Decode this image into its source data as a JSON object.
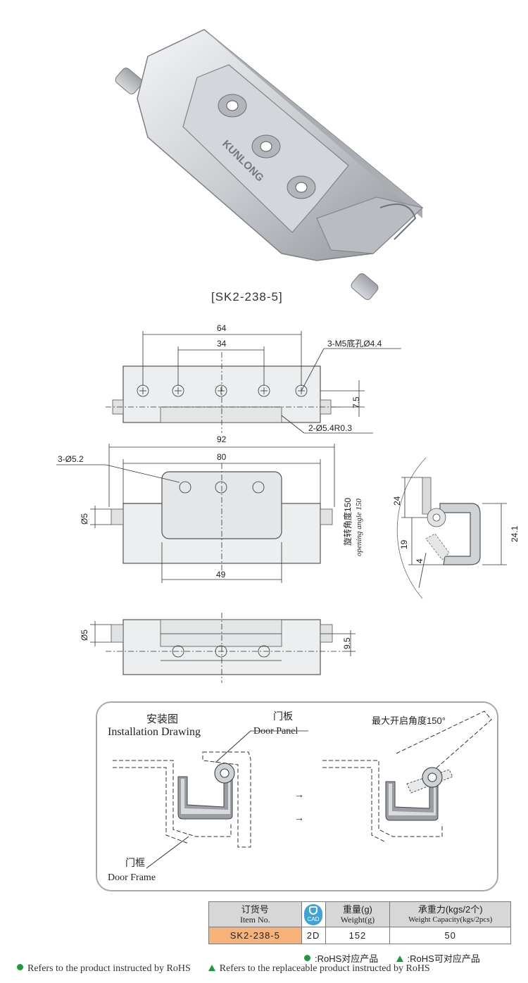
{
  "product_code": "[SK2-238-5]",
  "brand_mark": "KUNLONG",
  "colors": {
    "metal_light": "#e6e8ea",
    "metal_mid": "#c3c7cc",
    "metal_dark": "#8c9096",
    "dim_line": "#333333",
    "panel_border": "#a8a8a8",
    "table_header_bg": "#d7d7d7",
    "table_item_bg": "#f7b27a",
    "cad_blue": "#3ea3d9",
    "rohs_green": "#1a9a3a"
  },
  "top_view": {
    "dim_64": "64",
    "dim_34": "34",
    "thread_note": "3-M5底孔Ø4.4",
    "dim_7_5": "7.5",
    "hole_note": "2-Ø5.4R0.3"
  },
  "front_view": {
    "dim_92": "92",
    "dim_80": "80",
    "holes_note": "3-Ø5.2",
    "pin_dia": "Ø5",
    "dim_49": "49"
  },
  "side_view": {
    "angle_cn": "旋转角度150",
    "angle_en": "opening angle 150",
    "dim_24": "24",
    "dim_19": "19",
    "dim_4": "4",
    "dim_24_1": "24.1"
  },
  "bottom_view": {
    "pin_dia": "Ø5",
    "dim_9_5": "9.5"
  },
  "installation": {
    "title_cn": "安装图",
    "title_en": "Installation Drawing",
    "door_panel_cn": "门板",
    "door_panel_en": "Door Panel",
    "door_frame_cn": "门框",
    "door_frame_en": "Door Frame",
    "max_angle": "最大开启角度150°",
    "arrow": "→"
  },
  "spec_table": {
    "headers": {
      "item_cn": "订货号",
      "item_en": "Item No.",
      "cad_label": "CAD",
      "weight_cn": "重量(g)",
      "weight_en": "Weight(g)",
      "capacity_cn": "承重力(kgs/2个)",
      "capacity_en": "Weight Capacity(kgs/2pcs)"
    },
    "row": {
      "item": "SK2-238-5",
      "cad": "2D",
      "weight": "152",
      "capacity": "50"
    }
  },
  "legend": {
    "rohs_cn": ":RoHS对应产品",
    "rohs_replace_cn": ":RoHS可对应产品",
    "rohs_en": "Refers to the product instructed by RoHS",
    "rohs_replace_en": "Refers to the replaceable product instructed by RoHS"
  }
}
